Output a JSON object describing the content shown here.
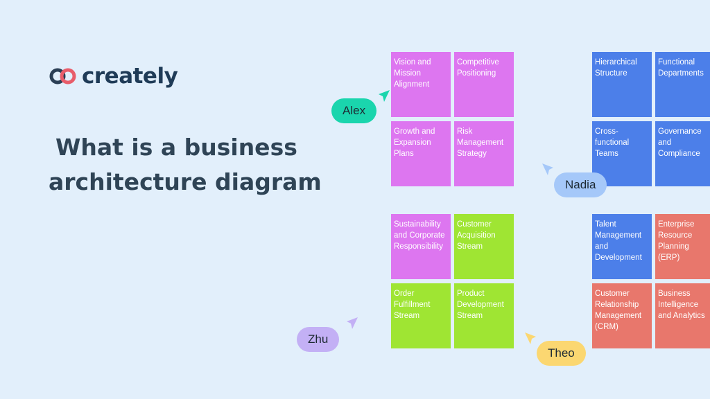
{
  "brand": {
    "name": "creately"
  },
  "headline": {
    "line1": "What is a business",
    "line2": "architecture diagram"
  },
  "notes": [
    {
      "text": "Vision and Mission Alignment",
      "color": "#dd76f0"
    },
    {
      "text": "Competitive Positioning",
      "color": "#dd76f0"
    },
    {
      "text": "Growth and Expansion Plans",
      "color": "#dd76f0"
    },
    {
      "text": "Risk Management Strategy",
      "color": "#dd76f0"
    },
    {
      "text": "Hierarchical Structure",
      "color": "#4c7fe9"
    },
    {
      "text": "Functional Departments",
      "color": "#4c7fe9"
    },
    {
      "text": "Cross-functional Teams",
      "color": "#4c7fe9"
    },
    {
      "text": "Governance and Compliance",
      "color": "#4c7fe9"
    },
    {
      "text": "Sustainability and Corporate Responsibility",
      "color": "#dd76f0"
    },
    {
      "text": "Customer Acquisition Stream",
      "color": "#9fe533"
    },
    {
      "text": "Order Fulfillment Stream",
      "color": "#9fe533"
    },
    {
      "text": "Product Development Stream",
      "color": "#9fe533"
    },
    {
      "text": "Talent Management and Development",
      "color": "#4c7fe9"
    },
    {
      "text": "Enterprise Resource Planning (ERP)",
      "color": "#e8776c"
    },
    {
      "text": "Customer Relationship Management (CRM)",
      "color": "#e8776c"
    },
    {
      "text": "Business Intelligence and Analytics",
      "color": "#e8776c"
    }
  ],
  "collaborators": [
    {
      "name": "Alex",
      "color": "#1ad5ad"
    },
    {
      "name": "Nadia",
      "color": "#a5c8f9"
    },
    {
      "name": "Zhu",
      "color": "#c3b0f5"
    },
    {
      "name": "Theo",
      "color": "#fbd771"
    }
  ]
}
